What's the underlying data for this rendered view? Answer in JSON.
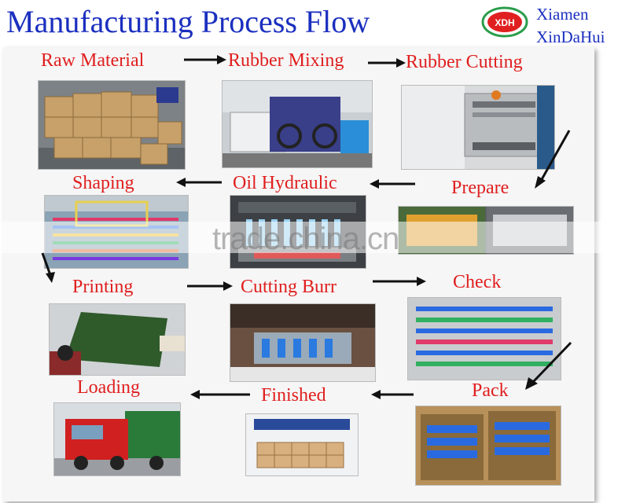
{
  "header": {
    "title": "Manufacturing Process Flow",
    "logo_text": "XDH",
    "company_line1": "Xiamen",
    "company_line2": "XinDaHui"
  },
  "steps": {
    "raw_material": "Raw Material",
    "rubber_mixing": "Rubber Mixing",
    "rubber_cutting": "Rubber Cutting",
    "prepare": "Prepare",
    "oil_hydraulic": "Oil Hydraulic",
    "shaping": "Shaping",
    "printing": "Printing",
    "cutting_burr": "Cutting Burr",
    "check": "Check",
    "pack": "Pack",
    "finished": "Finished",
    "loading": "Loading"
  },
  "watermark": "trade.china.cn",
  "colors": {
    "title": "#1b2fbf",
    "step_label": "#e01e1e",
    "arrow": "#111111"
  }
}
